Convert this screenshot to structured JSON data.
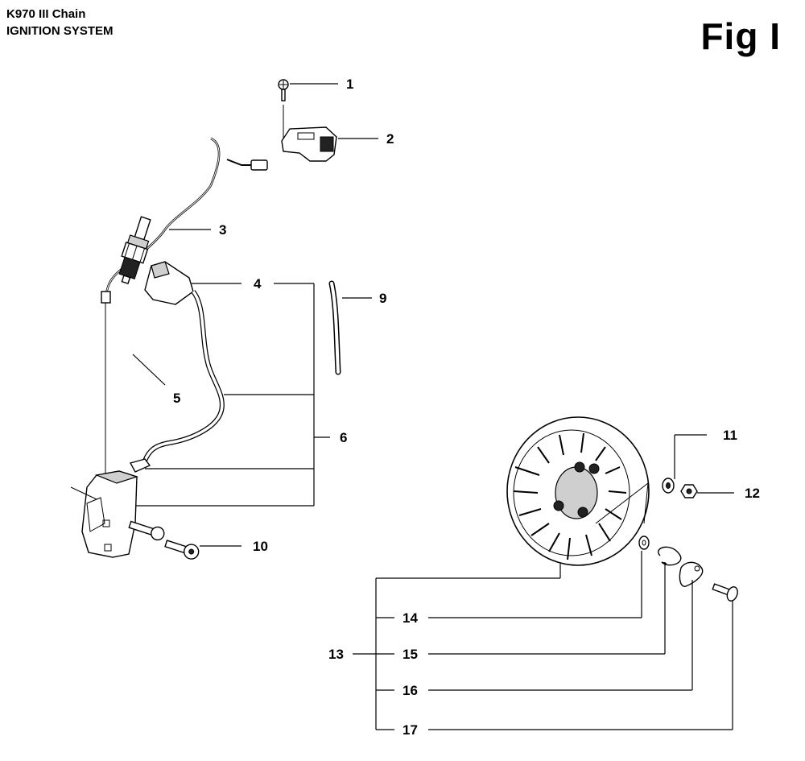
{
  "header": {
    "model": "K970 III Chain",
    "system": "IGNITION SYSTEM",
    "figure": "Fig I"
  },
  "callouts": [
    "1",
    "2",
    "3",
    "4",
    "5",
    "6",
    "9",
    "10",
    "11",
    "12",
    "13",
    "14",
    "15",
    "16",
    "17"
  ],
  "parts": {
    "screw_top": "1",
    "switch_module": "2",
    "stop_wire": "3",
    "plug_cap": "4",
    "spark_plug": "5",
    "ignition_module_assembly": "6",
    "hose": "9",
    "module_screw": "10",
    "washer": "11",
    "nut": "12",
    "flywheel_assembly": "13",
    "washer_small": "14",
    "spring": "15",
    "pawl": "16",
    "pawl_screw": "17"
  }
}
